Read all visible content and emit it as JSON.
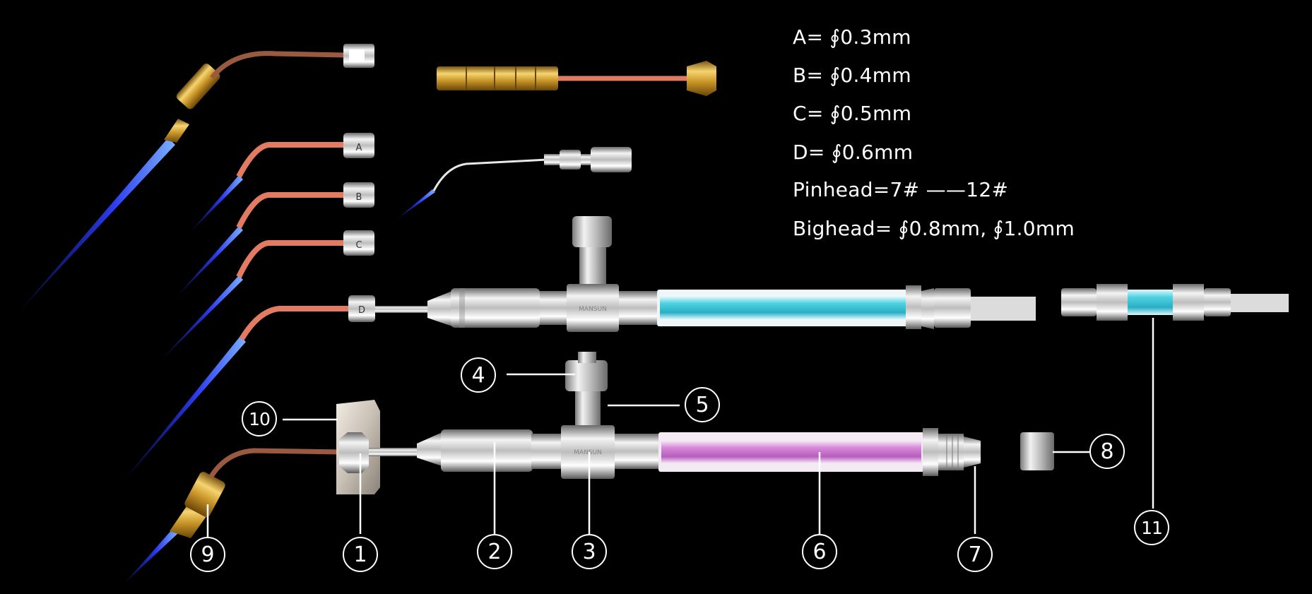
{
  "specs": [
    "A= ∮0.3mm",
    "B= ∮0.4mm",
    "C= ∮0.5mm",
    "D= ∮0.6mm",
    "Pinhead=7# ——12#",
    "Bighead= ∮0.8mm, ∮1.0mm"
  ],
  "nozzle_letters": [
    "A",
    "B",
    "C",
    "D"
  ],
  "brand_text": "MANSUN",
  "callouts": [
    "1",
    "2",
    "3",
    "4",
    "5",
    "6",
    "7",
    "8",
    "9",
    "10",
    "11"
  ],
  "colors": {
    "background": "#000000",
    "flame": "#2c3cf0",
    "copper_tube": "#e0705a",
    "brass": "#d9a53a",
    "chrome": "#d8d8d8",
    "cyan_filter": "#2ec7d8",
    "pink_filter": "#c86ad0"
  }
}
